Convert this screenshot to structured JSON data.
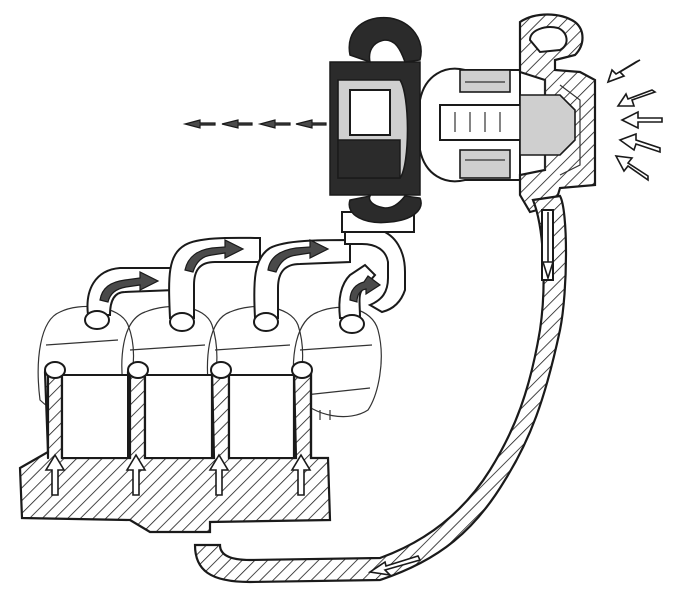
{
  "diagram": {
    "components": [
      "exhaust-manifold",
      "turbine-housing",
      "compressor-housing",
      "intake-manifold",
      "charge-air-pipe",
      "engine-cylinders"
    ],
    "flows": {
      "exhaust_out_arrows": 4,
      "manifold_flow_arrows": 4,
      "intake_air_arrows": 6,
      "intake_runner_arrows": 4,
      "cylinder_count": 4
    },
    "colors": {
      "ink": "#1a1a1a",
      "background": "#ffffff",
      "hot_section": "#2b2b2b",
      "flow_arrow": "#4a4a4a"
    }
  }
}
